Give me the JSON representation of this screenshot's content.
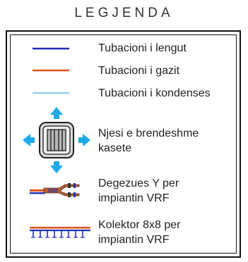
{
  "legend": {
    "title": "LEGJENDA",
    "items": [
      {
        "id": "liquid-pipe",
        "label": "Tubacioni i lengut",
        "color": "#1f2fb8"
      },
      {
        "id": "gas-pipe",
        "label": "Tubacioni i gazit",
        "color": "#e0531c"
      },
      {
        "id": "condensate-pipe",
        "label": "Tubacioni i kondenses",
        "color": "#8fd0f2"
      },
      {
        "id": "cassette-unit",
        "label_line1": "Njesi e brendeshme",
        "label_line2": "kasete",
        "arrow_color": "#1ea9e6"
      },
      {
        "id": "y-branch",
        "label_line1": "Degezues Y per",
        "label_line2": "impiantin VRF"
      },
      {
        "id": "collector",
        "label_line1": "Kolektor 8x8 per",
        "label_line2": "impiantin VRF"
      }
    ]
  }
}
